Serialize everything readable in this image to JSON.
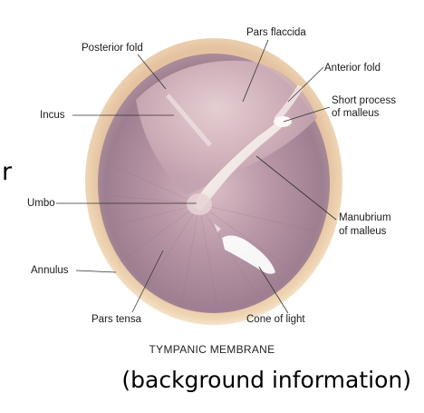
{
  "diagram": {
    "caption": "TYMPANIC MEMBRANE",
    "subtitle": "(background information)",
    "edge_text": "r",
    "labels": {
      "pars_flaccida": "Pars flaccida",
      "posterior_fold": "Posterior fold",
      "anterior_fold": "Anterior fold",
      "short_process_line1": "Short process",
      "short_process_line2": "of malleus",
      "incus": "Incus",
      "umbo": "Umbo",
      "manubrium_line1": "Manubrium",
      "manubrium_line2": "of malleus",
      "annulus": "Annulus",
      "pars_tensa": "Pars tensa",
      "cone_of_light": "Cone of light"
    },
    "colors": {
      "annulus": "#e9c9a3",
      "membrane_outer": "#a98a9a",
      "membrane_center": "#c6a7b1",
      "flaccida": "#e2c6cc",
      "malleus": "#f3ece7",
      "light_reflex": "#ffffff"
    }
  }
}
